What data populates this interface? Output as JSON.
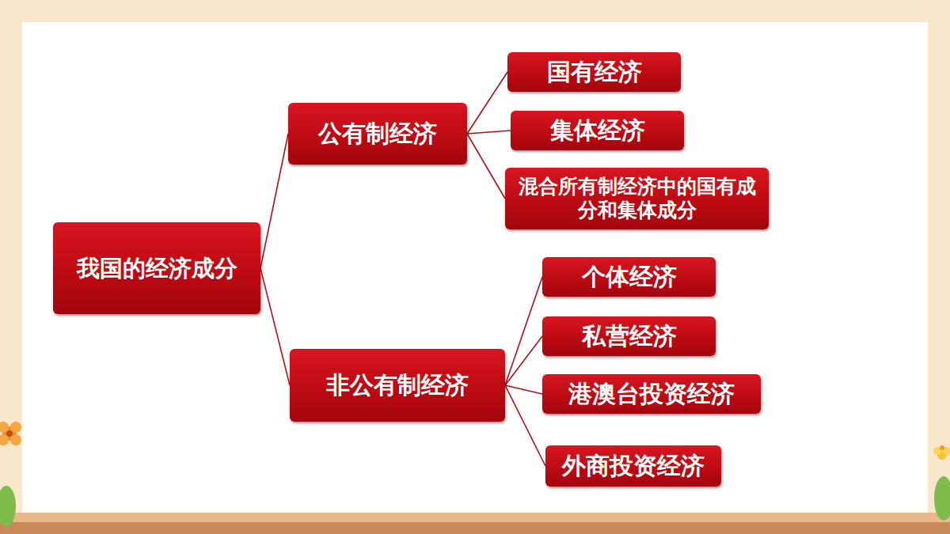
{
  "diagram": {
    "nodes": [
      {
        "text": [
          "我国的经济成分"
        ]
      },
      {
        "text": [
          "公有制经济"
        ]
      },
      {
        "text": [
          "国有经济"
        ]
      },
      {
        "text": [
          "集体经济"
        ]
      },
      {
        "text": [
          "混合所有制经济中的国有成分和集体成分"
        ]
      },
      {
        "text": [
          "非公有制经济"
        ]
      },
      {
        "text": [
          "个体经济"
        ]
      },
      {
        "text": [
          "私营经济"
        ]
      },
      {
        "text": [
          "港澳台投资经济"
        ]
      },
      {
        "text": [
          "外商投资经济"
        ]
      }
    ],
    "edges": [
      {
        "from": 0,
        "to": 1,
        "arrow": "none"
      },
      {
        "from": 0,
        "to": 5,
        "arrow": "none"
      },
      {
        "from": 1,
        "to": 2,
        "arrow": "none"
      },
      {
        "from": 1,
        "to": 3,
        "arrow": "none"
      },
      {
        "from": 1,
        "to": 4,
        "arrow": "none"
      },
      {
        "from": 5,
        "to": 6,
        "arrow": "none"
      },
      {
        "from": 5,
        "to": 7,
        "arrow": "none"
      },
      {
        "from": 5,
        "to": 8,
        "arrow": "none"
      },
      {
        "from": 5,
        "to": 9,
        "arrow": "none"
      }
    ]
  }
}
